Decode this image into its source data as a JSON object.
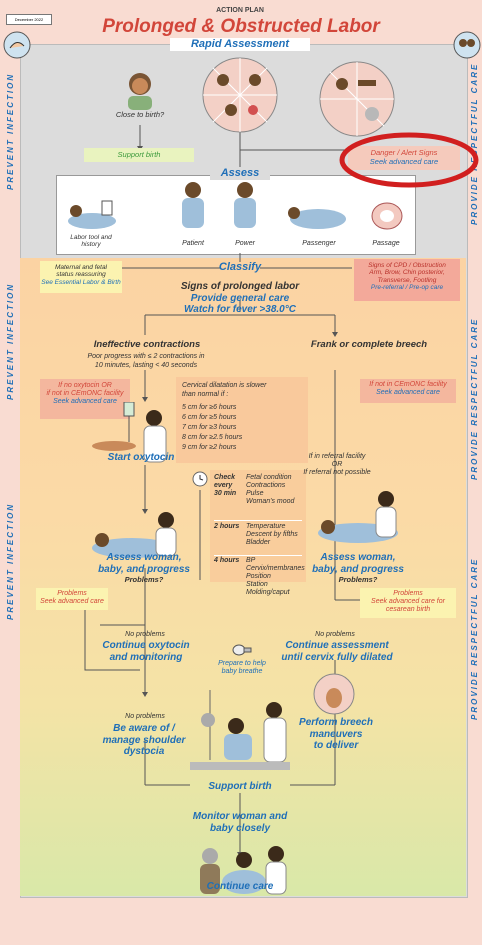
{
  "header": {
    "date_box": "December 2022",
    "eyebrow": "ACTION PLAN",
    "title": "Prolonged & Obstructed Labor",
    "rapid": "Rapid Assessment"
  },
  "side_labels": {
    "left": "PREVENT INFECTION",
    "right": "PROVIDE RESPECTFUL CARE"
  },
  "rapid_assessment": {
    "close_to_birth": "Close to birth?",
    "support_birth": "Support birth",
    "danger_line1": "Danger / Alert Signs",
    "danger_line2": "Seek advanced care"
  },
  "assess": {
    "title": "Assess",
    "items": [
      "Labor tool and history",
      "Patient",
      "Power",
      "Passenger",
      "Passage"
    ]
  },
  "classify": {
    "title": "Classify",
    "left_line1": "Maternal and fetal",
    "left_line2": "status reassuring",
    "left_line3": "See Essential Labor & Birth",
    "right_line1": "Signs of CPD / Obstruction",
    "right_line2": "Arm, Brow, Chin posterior,",
    "right_line3": "Transverse, Footling",
    "right_line4": "Pre-referral / Pre-op care"
  },
  "signs": {
    "line1": "Signs of prolonged labor",
    "line2": "Provide general care",
    "line3": "Watch for fever >38.0°C"
  },
  "left_branch": {
    "title": "Ineffective contractions",
    "desc1": "Poor progress with ≤ 2 contractions in",
    "desc2": "10 minutes, lasting < 40 seconds",
    "no_oxy1": "If no oxytocin OR",
    "no_oxy2": "if not in CEmONC facility",
    "no_oxy3": "Seek advanced care",
    "start_oxytocin": "Start oxytocin",
    "assess1": "Assess woman,",
    "assess2": "baby, and progress",
    "problems": "Problems?",
    "prob1": "Problems",
    "prob2": "Seek advanced care",
    "noprob": "No problems",
    "cont1": "Continue oxytocin",
    "cont2": "and monitoring",
    "noprob2": "No problems",
    "shoulder1": "Be aware of /",
    "shoulder2": "manage shoulder",
    "shoulder3": "dystocia"
  },
  "dilation": {
    "intro1": "Cervical dilatation is slower",
    "intro2": "than normal if :",
    "rows": [
      "5 cm for ≥6 hours",
      "6 cm for ≥5 hours",
      "7 cm for ≥3 hours",
      "8 cm for ≥2.5 hours",
      "9 cm for ≥2 hours"
    ]
  },
  "check_table": {
    "r1_label1": "Check",
    "r1_label2": "every",
    "r1_label3": "30 min",
    "r1_items": [
      "Fetal condition",
      "Contractions",
      "Pulse",
      "Woman's mood"
    ],
    "r2_label": "2 hours",
    "r2_items": [
      "Temperature",
      "Descent by fifths",
      "Bladder"
    ],
    "r3_label": "4 hours",
    "r3_items": [
      "BP",
      "Cervix/membranes",
      "Position",
      "Station",
      "Molding/caput"
    ]
  },
  "right_branch": {
    "title": "Frank or complete breech",
    "not_cem1": "If not in CEmONC facility",
    "not_cem2": "Seek advanced care",
    "referral1": "If in referral facility",
    "referral2": "OR",
    "referral3": "If referral not possible",
    "assess1": "Assess woman,",
    "assess2": "baby, and progress",
    "problems": "Problems?",
    "prob1": "Problems",
    "prob2": "Seek advanced care for",
    "prob3": "cesarean birth",
    "noprob": "No problems",
    "cont1": "Continue assessment",
    "cont2": "until cervix fully dilated",
    "breech1": "Perform breech",
    "breech2": "maneuvers",
    "breech3": "to deliver"
  },
  "center": {
    "prepare1": "Prepare to help",
    "prepare2": "baby breathe"
  },
  "footer": {
    "support": "Support birth",
    "monitor1": "Monitor woman and",
    "monitor2": "baby closely",
    "continue": "Continue care"
  }
}
